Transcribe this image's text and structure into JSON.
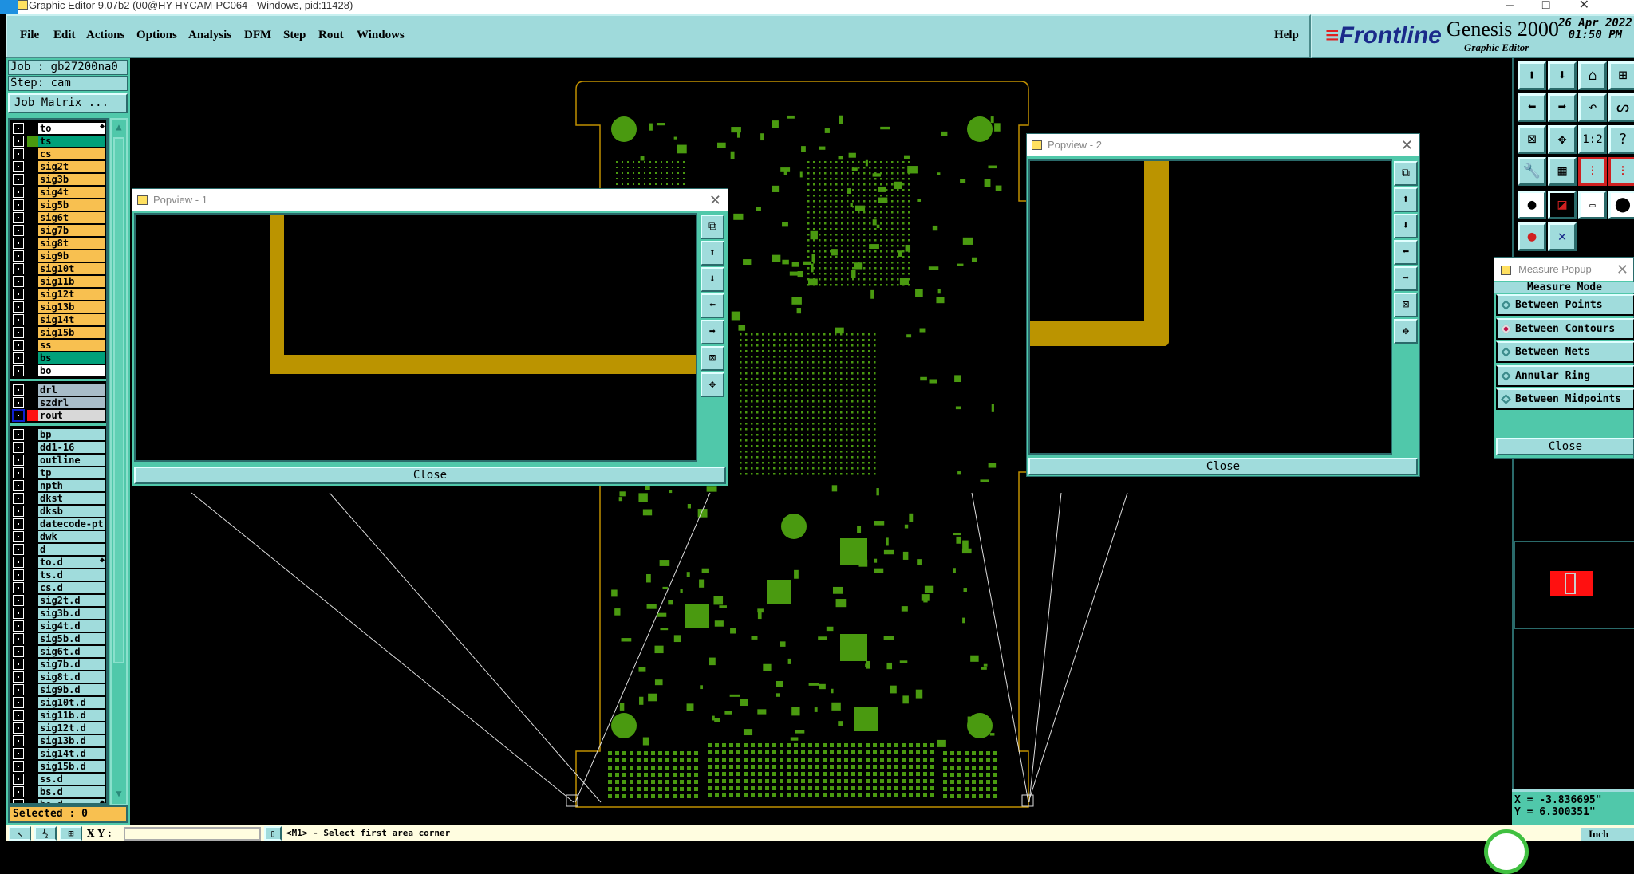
{
  "window": {
    "title": "Graphic Editor 9.07b2 (00@HY-HYCAM-PC064 - Windows, pid:11428)",
    "controls": "–□✕"
  },
  "menu": {
    "items": [
      "File",
      "Edit",
      "Actions",
      "Options",
      "Analysis",
      "DFM",
      "Step",
      "Rout",
      "Windows"
    ],
    "help": "Help"
  },
  "brand": {
    "logo": "Frontline",
    "product": "Genesis 2000",
    "module": "Graphic Editor",
    "date": "26 Apr 2022",
    "time": "01:50 PM"
  },
  "job": {
    "job_label": "Job : gb27200na0",
    "step_label": "Step: cam",
    "matrix_button": "Job Matrix ..."
  },
  "layers": [
    {
      "name": "to",
      "color": "#ffffff",
      "swatch": "",
      "work": true
    },
    {
      "name": "ts",
      "color": "#00a07a",
      "swatch": "#4a9a10"
    },
    {
      "name": "cs",
      "color": "#f8c050"
    },
    {
      "name": "sig2t",
      "color": "#f8c050"
    },
    {
      "name": "sig3b",
      "color": "#f8c050"
    },
    {
      "name": "sig4t",
      "color": "#f8c050"
    },
    {
      "name": "sig5b",
      "color": "#f8c050"
    },
    {
      "name": "sig6t",
      "color": "#f8c050"
    },
    {
      "name": "sig7b",
      "color": "#f8c050"
    },
    {
      "name": "sig8t",
      "color": "#f8c050"
    },
    {
      "name": "sig9b",
      "color": "#f8c050"
    },
    {
      "name": "sig10t",
      "color": "#f8c050"
    },
    {
      "name": "sig11b",
      "color": "#f8c050"
    },
    {
      "name": "sig12t",
      "color": "#f8c050"
    },
    {
      "name": "sig13b",
      "color": "#f8c050"
    },
    {
      "name": "sig14t",
      "color": "#f8c050"
    },
    {
      "name": "sig15b",
      "color": "#f8c050"
    },
    {
      "name": "ss",
      "color": "#f8c050"
    },
    {
      "name": "bs",
      "color": "#00a07a"
    },
    {
      "name": "bo",
      "color": "#ffffff"
    },
    {
      "sep": true
    },
    {
      "name": "drl",
      "color": "#a8bcc8"
    },
    {
      "name": "szdrl",
      "color": "#a8bcc8"
    },
    {
      "name": "rout",
      "color": "#d8d8d8",
      "swatch": "#ff1010",
      "affected": true
    },
    {
      "sep": true
    },
    {
      "name": "bp",
      "color": "#a0dcdc"
    },
    {
      "name": "dd1-16",
      "color": "#a0dcdc"
    },
    {
      "name": "outline",
      "color": "#a0dcdc"
    },
    {
      "name": "tp",
      "color": "#a0dcdc"
    },
    {
      "name": "npth",
      "color": "#a0dcdc"
    },
    {
      "name": "dkst",
      "color": "#a0dcdc"
    },
    {
      "name": "dksb",
      "color": "#a0dcdc"
    },
    {
      "name": "datecode-pt",
      "color": "#a0dcdc"
    },
    {
      "name": "dwk",
      "color": "#a0dcdc"
    },
    {
      "name": "d",
      "color": "#a0dcdc"
    },
    {
      "name": "to.d",
      "color": "#a0dcdc",
      "work": true
    },
    {
      "name": "ts.d",
      "color": "#a0dcdc"
    },
    {
      "name": "cs.d",
      "color": "#a0dcdc"
    },
    {
      "name": "sig2t.d",
      "color": "#a0dcdc"
    },
    {
      "name": "sig3b.d",
      "color": "#a0dcdc"
    },
    {
      "name": "sig4t.d",
      "color": "#a0dcdc"
    },
    {
      "name": "sig5b.d",
      "color": "#a0dcdc"
    },
    {
      "name": "sig6t.d",
      "color": "#a0dcdc"
    },
    {
      "name": "sig7b.d",
      "color": "#a0dcdc"
    },
    {
      "name": "sig8t.d",
      "color": "#a0dcdc"
    },
    {
      "name": "sig9b.d",
      "color": "#a0dcdc"
    },
    {
      "name": "sig10t.d",
      "color": "#a0dcdc"
    },
    {
      "name": "sig11b.d",
      "color": "#a0dcdc"
    },
    {
      "name": "sig12t.d",
      "color": "#a0dcdc"
    },
    {
      "name": "sig13b.d",
      "color": "#a0dcdc"
    },
    {
      "name": "sig14t.d",
      "color": "#a0dcdc"
    },
    {
      "name": "sig15b.d",
      "color": "#a0dcdc"
    },
    {
      "name": "ss.d",
      "color": "#a0dcdc"
    },
    {
      "name": "bs.d",
      "color": "#a0dcdc"
    },
    {
      "name": "bo.d",
      "color": "#a0dcdc",
      "work": true
    }
  ],
  "selected": "Selected : 0",
  "popview1": {
    "title": "Popview - 1",
    "close": "Close"
  },
  "popview2": {
    "title": "Popview - 2",
    "close": "Close"
  },
  "measure": {
    "title": "Measure Popup",
    "mode_label": "Measure Mode",
    "options": [
      {
        "label": "Between Points",
        "selected": false
      },
      {
        "label": "Between Contours",
        "selected": true
      },
      {
        "label": "Between Nets",
        "selected": false
      },
      {
        "label": "Annular Ring",
        "selected": false
      },
      {
        "label": "Between Midpoints",
        "selected": false
      }
    ],
    "close": "Close"
  },
  "coords": {
    "x": "X = -3.836695\"",
    "y": "Y = 6.300351\""
  },
  "status": {
    "xy_label": "X Y :",
    "xy_value": "",
    "message": "<M1> - Select first area corner",
    "units": "Inch"
  },
  "colors": {
    "panel": "#50c8aa",
    "button": "#a0dcdc",
    "copper": "#4a9a10",
    "outline": "#c09000"
  }
}
